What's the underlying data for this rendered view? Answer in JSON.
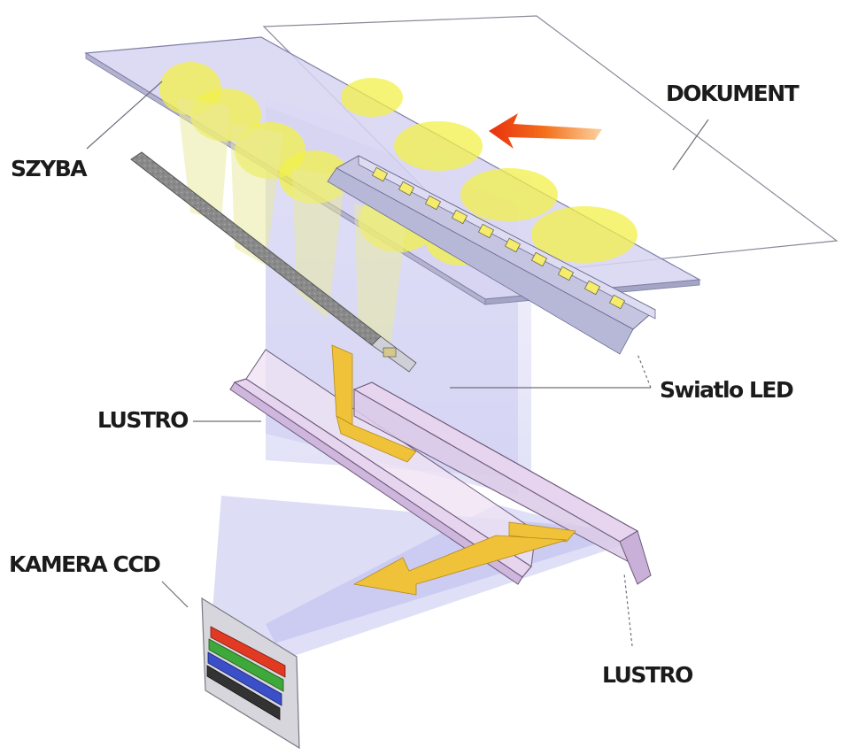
{
  "labels": {
    "szyba": "SZYBA",
    "dokument": "DOKUMENT",
    "swiatlo_led": "Swiatlo LED",
    "lustro_upper": "LUSTRO",
    "kamera_ccd": "KAMERA CCD",
    "lustro_lower": "LUSTRO"
  },
  "colors": {
    "light_beam": "#c9c9f2",
    "led_glow": "#f2f04a",
    "mirror": "#e2c8ec",
    "arrow_orange": "#f07a1a",
    "ray_yellow": "#efc23a",
    "ccd_red": "#e23a22",
    "ccd_green": "#3fa83a",
    "ccd_blue": "#3a4fc8",
    "ccd_black": "#333333"
  },
  "icons": {
    "motion_arrow": "scan-direction-arrow-icon",
    "ray_arrow": "light-ray-arrow-icon"
  }
}
